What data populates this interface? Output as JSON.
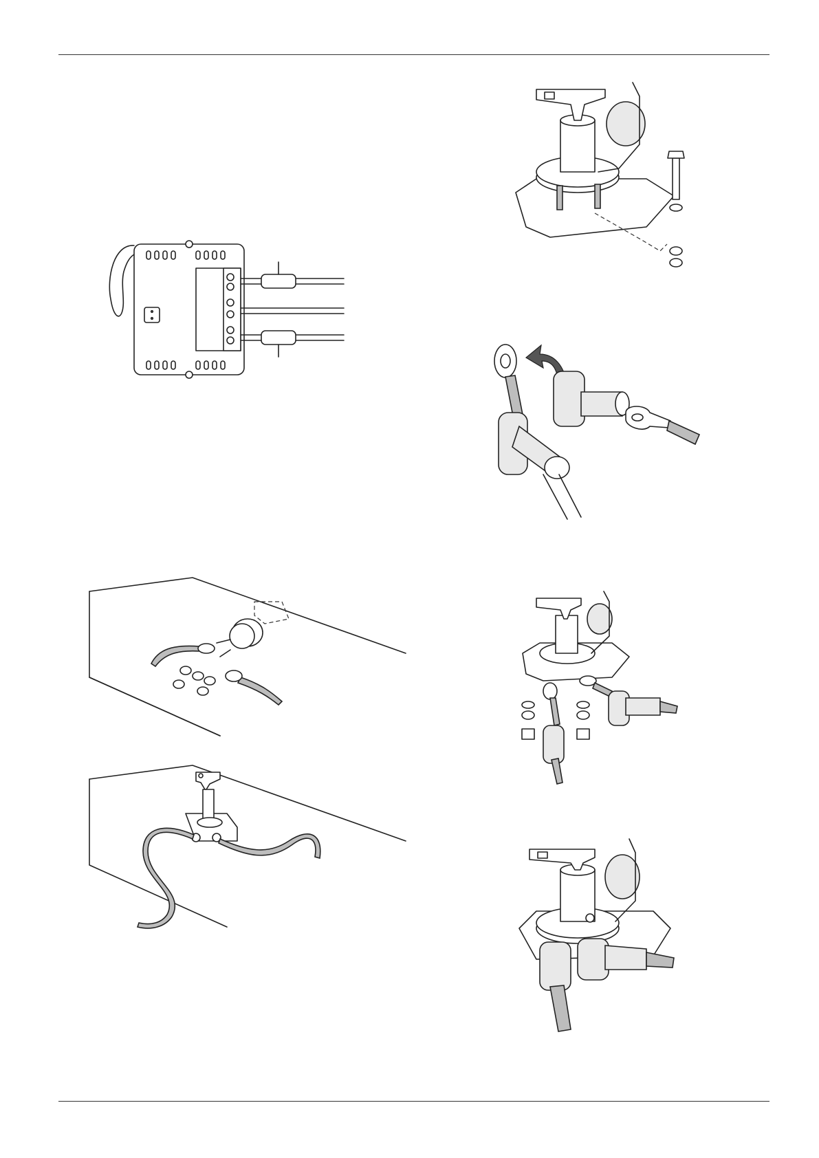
{
  "figures": [
    {
      "id": "fig-charger-wiring",
      "icon": "charger-wiring-illustration"
    },
    {
      "id": "fig-switch-bolt-mounting",
      "icon": "switch-bolt-mounting-illustration"
    },
    {
      "id": "fig-cable-lug-cover",
      "icon": "cable-lug-cover-illustration"
    },
    {
      "id": "fig-panel-switch-wiring",
      "icon": "panel-switch-wiring-illustration"
    },
    {
      "id": "fig-switch-terminal-assembly",
      "icon": "switch-terminal-assembly-illustration"
    },
    {
      "id": "fig-bracket-switch-installed",
      "icon": "bracket-switch-installed-illustration"
    },
    {
      "id": "fig-switch-installed-covers",
      "icon": "switch-installed-covers-illustration"
    }
  ],
  "colors": {
    "line": "#222222",
    "fill_light": "#e9e9e9",
    "fill_grey": "#bdbdbd",
    "rule": "#333333"
  }
}
